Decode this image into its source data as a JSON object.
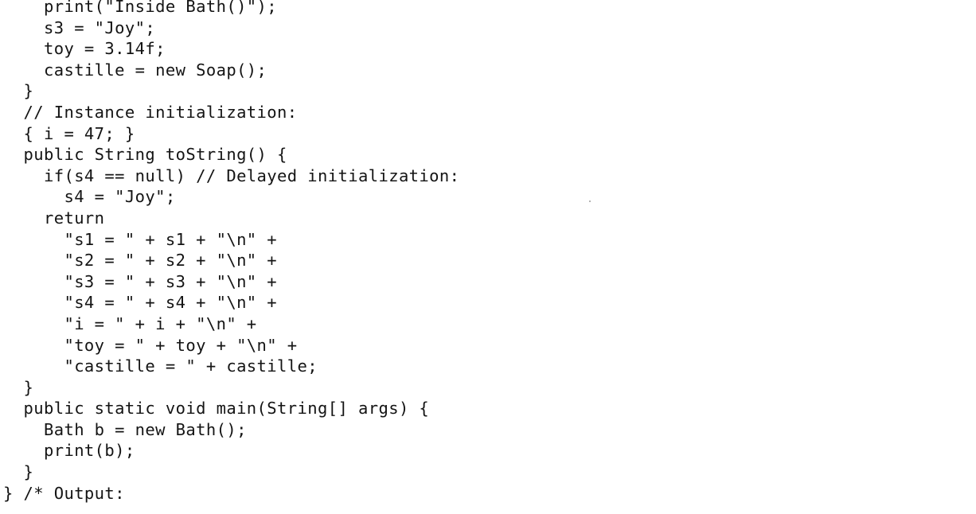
{
  "code_lines": [
    "    print(\"Inside Bath()\");",
    "    s3 = \"Joy\";",
    "    toy = 3.14f;",
    "    castille = new Soap();",
    "  }",
    "  // Instance initialization:",
    "  { i = 47; }",
    "  public String toString() {",
    "    if(s4 == null) // Delayed initialization:",
    "      s4 = \"Joy\";",
    "    return",
    "      \"s1 = \" + s1 + \"\\n\" +",
    "      \"s2 = \" + s2 + \"\\n\" +",
    "      \"s3 = \" + s3 + \"\\n\" +",
    "      \"s4 = \" + s4 + \"\\n\" +",
    "      \"i = \" + i + \"\\n\" +",
    "      \"toy = \" + toy + \"\\n\" +",
    "      \"castille = \" + castille;",
    "  }",
    "  public static void main(String[] args) {",
    "    Bath b = new Bath();",
    "    print(b);",
    "  }",
    "} /* Output:"
  ]
}
